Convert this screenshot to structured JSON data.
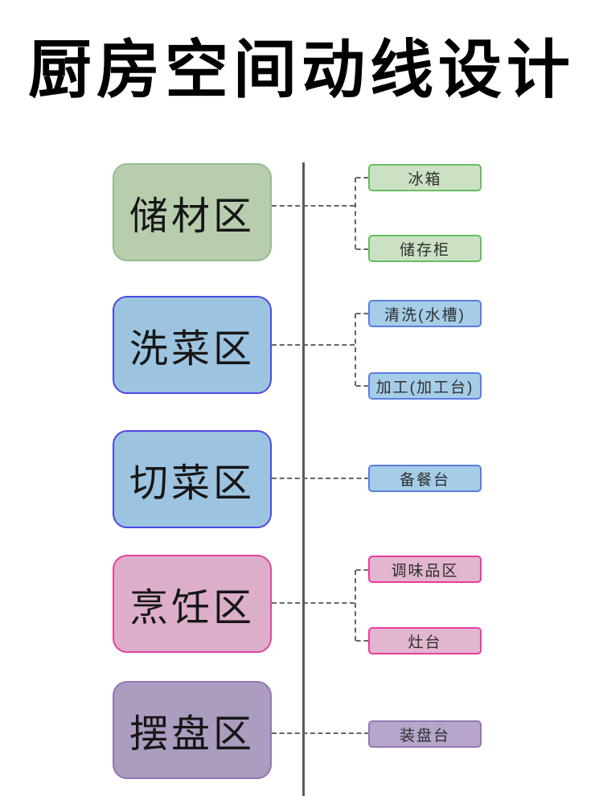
{
  "title": "厨房空间动线设计",
  "divider_color": "#595959",
  "connector_color": "#666666",
  "sections": [
    {
      "zone": {
        "label": "储材区",
        "bg": "#b7cdae",
        "border": "#93bd8c"
      },
      "items": [
        {
          "label": "冰箱",
          "bg": "#cce1c3",
          "border": "#67bd63"
        },
        {
          "label": "储存柜",
          "bg": "#cce1c3",
          "border": "#67bd63"
        }
      ]
    },
    {
      "zone": {
        "label": "洗菜区",
        "bg": "#9cc3df",
        "border": "#4b49e3"
      },
      "items": [
        {
          "label": "清洗(水槽)",
          "bg": "#a6cde8",
          "border": "#5c7ce2"
        },
        {
          "label": "加工(加工台)",
          "bg": "#a6cde8",
          "border": "#5c7ce2"
        }
      ]
    },
    {
      "zone": {
        "label": "切菜区",
        "bg": "#9cc3df",
        "border": "#4b49e3"
      },
      "items": [
        {
          "label": "备餐台",
          "bg": "#a6cde8",
          "border": "#5c7ce2"
        }
      ]
    },
    {
      "zone": {
        "label": "烹饪区",
        "bg": "#dcaeca",
        "border": "#e0439e"
      },
      "items": [
        {
          "label": "调味品区",
          "bg": "#e2b6cf",
          "border": "#ea3c9f"
        },
        {
          "label": "灶台",
          "bg": "#e2b6cf",
          "border": "#ea3c9f"
        }
      ]
    },
    {
      "zone": {
        "label": "摆盘区",
        "bg": "#ab9cc0",
        "border": "#9577b3"
      },
      "items": [
        {
          "label": "装盘台",
          "bg": "#b7a6cb",
          "border": "#9377b5"
        }
      ]
    }
  ]
}
